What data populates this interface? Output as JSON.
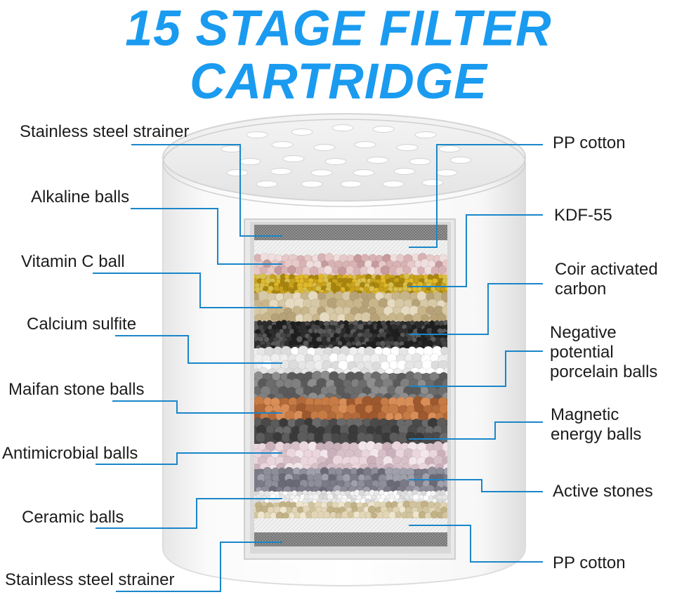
{
  "title": "15 STAGE FILTER CARTRIDGE",
  "colors": {
    "title": "#1a9bf0",
    "leader_line": "#1a86c9",
    "label_text": "#1c1c1c"
  },
  "labels_left": [
    {
      "text": "Stainless steel strainer"
    },
    {
      "text": "Alkaline balls"
    },
    {
      "text": "Vitamin C ball"
    },
    {
      "text": "Calcium sulfite"
    },
    {
      "text": "Maifan stone balls"
    },
    {
      "text": "Antimicrobial balls"
    },
    {
      "text": "Ceramic balls"
    },
    {
      "text": "Stainless steel strainer"
    }
  ],
  "labels_right": [
    {
      "text": "PP cotton"
    },
    {
      "text": "KDF-55"
    },
    {
      "text": "Coir activated carbon"
    },
    {
      "text": "Negative potential porcelain balls"
    },
    {
      "text": "Magnetic energy balls"
    },
    {
      "text": "Active stones"
    },
    {
      "text": "PP cotton"
    }
  ],
  "image": {
    "subject": "cartridge-cutaway-illustration"
  }
}
